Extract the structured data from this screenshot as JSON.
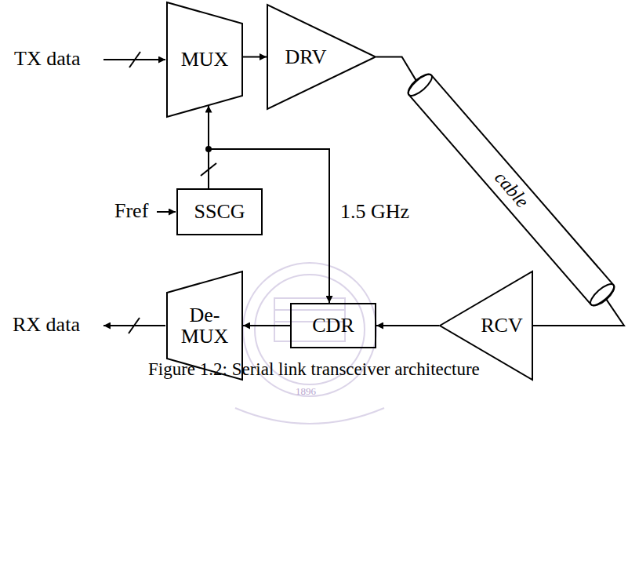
{
  "diagram": {
    "caption": "Figure 1.2: Serial link transceiver architecture",
    "nodes": [
      {
        "text": [
          "MUX"
        ]
      },
      {
        "text": [
          "DRV"
        ]
      },
      {
        "text": [
          "cable"
        ]
      },
      {
        "text": [
          "SSCG"
        ]
      },
      {
        "text": [
          "De- MUX"
        ]
      },
      {
        "text": [
          "CDR"
        ]
      },
      {
        "text": [
          "RCV"
        ]
      }
    ],
    "edges": [
      {
        "from": 0,
        "to": 1,
        "arrow": "to"
      },
      {
        "from": 1,
        "to": 2,
        "arrow": "none"
      },
      {
        "from": 3,
        "to": 0,
        "arrow": "to"
      },
      {
        "from": 3,
        "to": 5,
        "label": "1.5 GHz",
        "arrow": "to"
      },
      {
        "from": 2,
        "to": 6,
        "arrow": "none"
      },
      {
        "from": 6,
        "to": 5,
        "arrow": "to"
      },
      {
        "from": 5,
        "to": 4,
        "arrow": "to"
      }
    ],
    "labels": [
      "TX data",
      "Fref",
      "RX data",
      "1896"
    ]
  }
}
